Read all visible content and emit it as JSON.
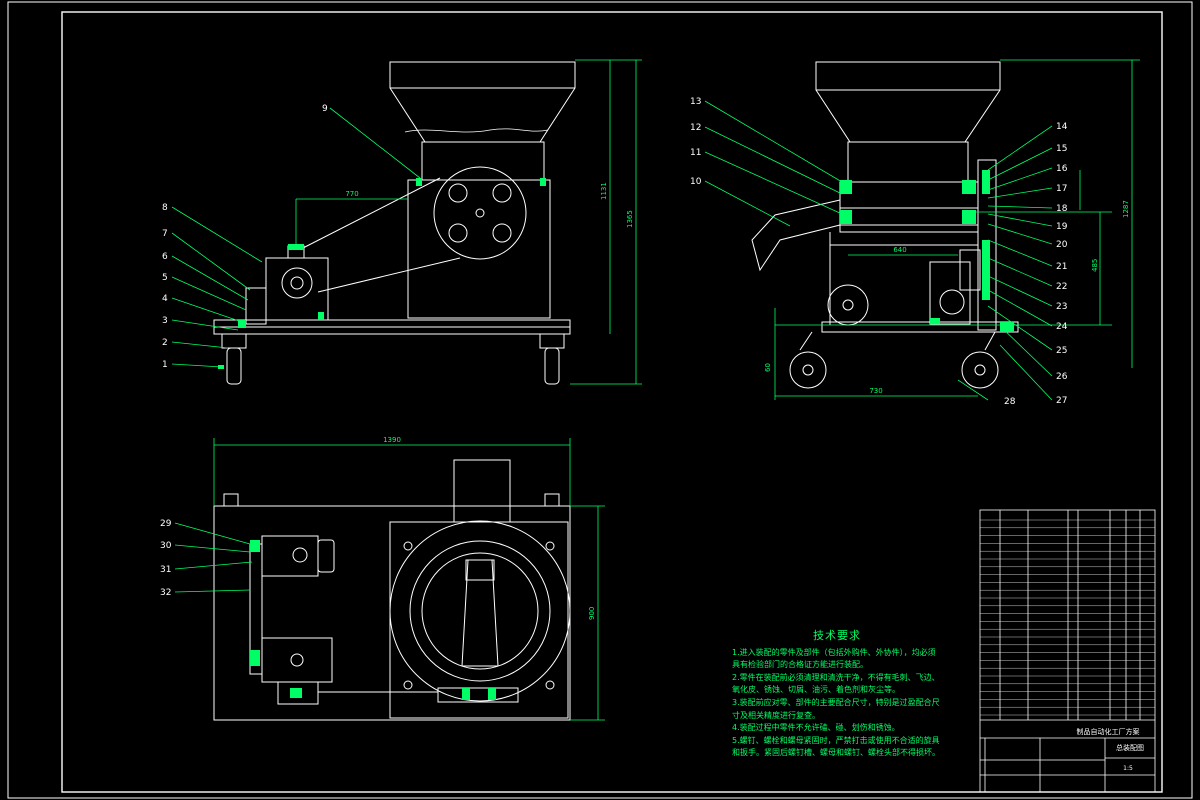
{
  "colors": {
    "background": "#000000",
    "line": "#ffffff",
    "leader": "#00ff66",
    "dim": "#00ff66",
    "text": "#00ff66",
    "label": "#ffffff"
  },
  "part_labels_front": [
    "9",
    "8",
    "7",
    "6",
    "5",
    "4",
    "3",
    "2",
    "1"
  ],
  "part_labels_side_left": [
    "13",
    "12",
    "11",
    "10"
  ],
  "part_labels_side_right": [
    "14",
    "15",
    "16",
    "17",
    "18",
    "19",
    "20",
    "21",
    "22",
    "23",
    "24",
    "25",
    "26",
    "27"
  ],
  "part_labels_side_bottom": [
    "28"
  ],
  "part_labels_top": [
    "29",
    "30",
    "31",
    "32"
  ],
  "dimensions": {
    "front_width": "770",
    "front_height_1": "1131",
    "front_height_2": "1365",
    "side_width": "640",
    "side_height": "1287",
    "side_mid": "485",
    "side_small": "60",
    "side_base": "730",
    "plan_width": "1390",
    "plan_depth": "900"
  },
  "tech_notes": {
    "title": "技术要求",
    "lines": [
      "1.进入装配的零件及部件（包括外购件、外协件），均必须",
      "具有检验部门的合格证方能进行装配。",
      "2.零件在装配前必须清理和清洗干净，不得有毛刺、飞边、",
      "氧化皮、锈蚀、切屑、油污、着色剂和灰尘等。",
      "3.装配前应对零、部件的主要配合尺寸，特别是过盈配合尺",
      "寸及相关精度进行复查。",
      "4.装配过程中零件不允许磕、碰、划伤和锈蚀。",
      "5.螺钉、螺栓和螺母紧固时，严禁打击或使用不合适的旋具",
      "和扳手。紧固后螺钉槽、螺母和螺钉、螺栓头部不得损坏。"
    ]
  },
  "title_block": {
    "drawing_name": "制品自动化工厂方案",
    "sub_name": "总装配图",
    "scale_note": "1:5"
  }
}
